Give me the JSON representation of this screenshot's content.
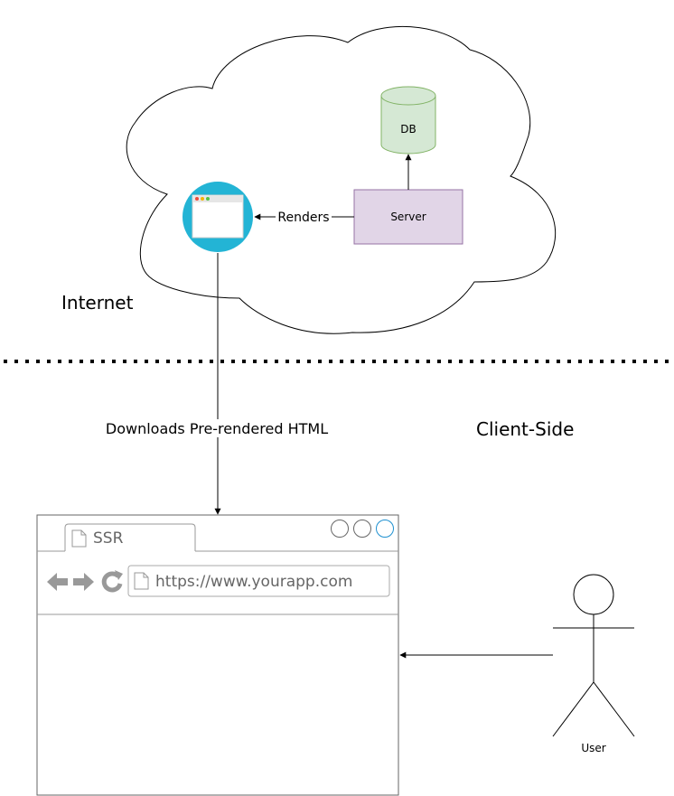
{
  "zones": {
    "internet_label": "Internet",
    "client_label": "Client-Side"
  },
  "nodes": {
    "db_label": "DB",
    "server_label": "Server",
    "user_label": "User"
  },
  "edges": {
    "renders_label": "Renders",
    "downloads_label": "Downloads Pre-rendered HTML"
  },
  "browser": {
    "tab_title": "SSR",
    "url": "https://www.yourapp.com"
  },
  "colors": {
    "db_fill": "#d5e8d4",
    "db_stroke": "#82b366",
    "server_fill": "#e1d5e7",
    "server_stroke": "#9673a6",
    "browser_icon_circle": "#23b4d5",
    "browser_chrome_gray": "#999999",
    "active_window_button": "#1e90d0"
  }
}
